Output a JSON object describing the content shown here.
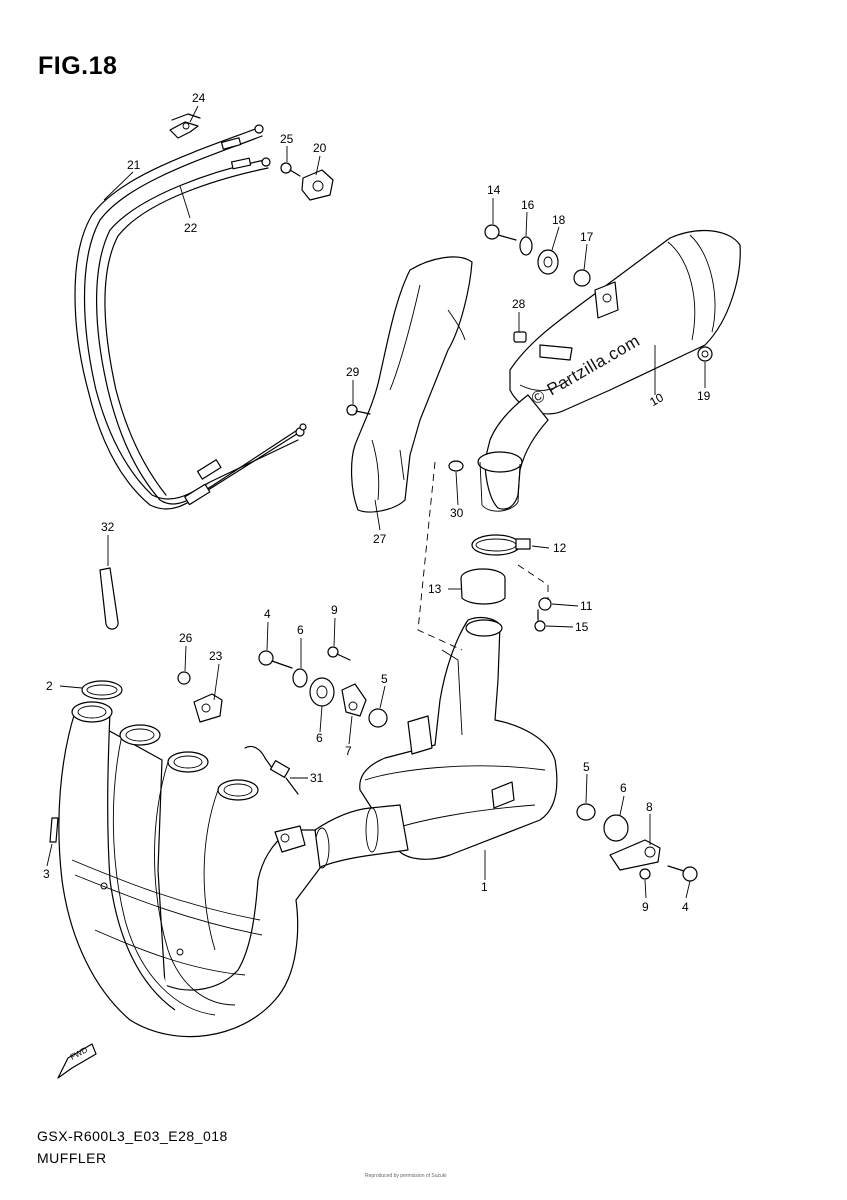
{
  "figure": {
    "title": "FIG.18",
    "code": "GSX-R600L3_E03_E28_018",
    "name": "MUFFLER",
    "watermark": "© Partzilla.com",
    "fine_print": "Reproduced by permission of Suzuki",
    "fwd_label": "FWD"
  },
  "callouts": [
    "24",
    "25",
    "20",
    "21",
    "22",
    "14",
    "16",
    "18",
    "17",
    "28",
    "29",
    "19",
    "10",
    "30",
    "27",
    "12",
    "32",
    "13",
    "11",
    "15",
    "4",
    "6",
    "9",
    "26",
    "23",
    "5",
    "2",
    "6",
    "7",
    "31",
    "5",
    "6",
    "8",
    "3",
    "1",
    "9",
    "4"
  ]
}
